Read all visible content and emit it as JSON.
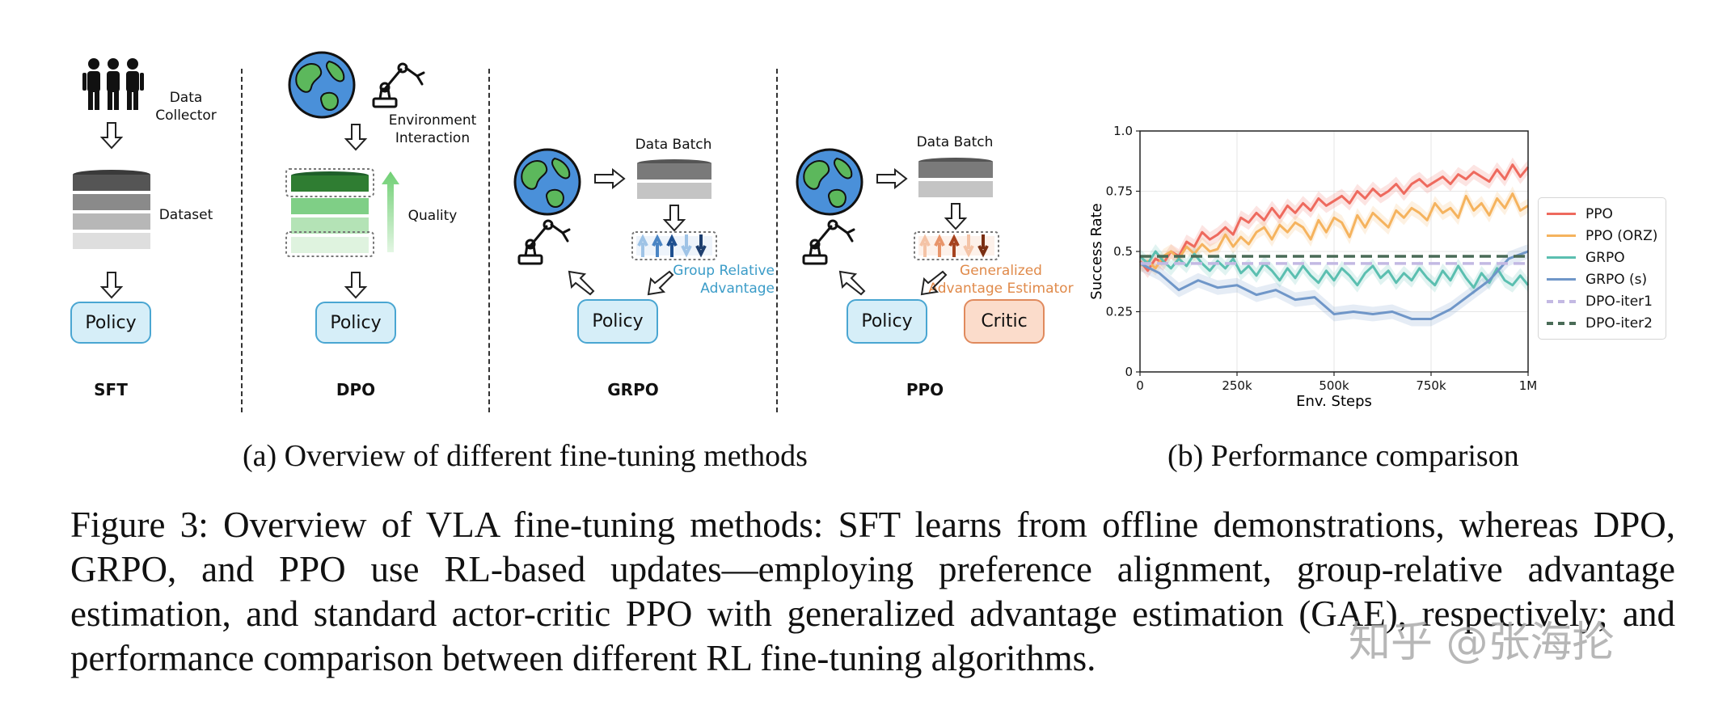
{
  "panel_a": {
    "sft": {
      "collector_label": "Data\nCollector",
      "dataset_label": "Dataset",
      "policy_label": "Policy",
      "method_label": "SFT"
    },
    "dpo": {
      "env_label": "Environment\nInteraction",
      "quality_label": "Quality",
      "policy_label": "Policy",
      "method_label": "DPO"
    },
    "grpo": {
      "batch_label": "Data Batch",
      "adv_label": "Group Relative\nAdvantage",
      "policy_label": "Policy",
      "method_label": "GRPO"
    },
    "ppo": {
      "batch_label": "Data Batch",
      "adv_label": "Generalized\nAdvantage Estimator",
      "policy_label": "Policy",
      "critic_label": "Critic",
      "method_label": "PPO"
    },
    "colors": {
      "policy_fill": "#d6eef8",
      "policy_border": "#4aa6d2",
      "critic_fill": "#fbdccb",
      "critic_border": "#e08a5d",
      "grpo_text": "#3b9cc8",
      "ppo_text": "#e08a4a"
    },
    "caption": "(a) Overview of different fine-tuning methods"
  },
  "panel_b": {
    "caption": "(b) Performance comparison"
  },
  "chart_data": {
    "type": "line",
    "xlabel": "Env. Steps",
    "ylabel": "Success Rate",
    "xlim": [
      0,
      1000000
    ],
    "ylim": [
      0,
      1.0
    ],
    "xticks": [
      0,
      250000,
      500000,
      750000,
      1000000
    ],
    "xtick_labels": [
      "0",
      "250k",
      "500k",
      "750k",
      "1M"
    ],
    "yticks": [
      0,
      0.25,
      0.5,
      0.75,
      1.0
    ],
    "ytick_labels": [
      "0",
      "0.25",
      "0.5",
      "0.75",
      "1.0"
    ],
    "grid": true,
    "legend_position": "right-outside",
    "series": [
      {
        "name": "PPO",
        "color": "#ee6a5e",
        "style": "solid",
        "x": [
          0,
          20000,
          40000,
          60000,
          80000,
          100000,
          120000,
          140000,
          160000,
          180000,
          200000,
          220000,
          240000,
          260000,
          280000,
          300000,
          320000,
          340000,
          360000,
          380000,
          400000,
          420000,
          440000,
          460000,
          480000,
          500000,
          520000,
          540000,
          560000,
          580000,
          600000,
          620000,
          640000,
          660000,
          680000,
          700000,
          720000,
          740000,
          760000,
          780000,
          800000,
          820000,
          840000,
          860000,
          880000,
          900000,
          920000,
          940000,
          960000,
          980000,
          1000000
        ],
        "y": [
          0.46,
          0.42,
          0.47,
          0.45,
          0.5,
          0.48,
          0.54,
          0.52,
          0.58,
          0.55,
          0.57,
          0.6,
          0.57,
          0.64,
          0.62,
          0.66,
          0.63,
          0.68,
          0.64,
          0.69,
          0.66,
          0.7,
          0.67,
          0.72,
          0.69,
          0.71,
          0.73,
          0.7,
          0.75,
          0.72,
          0.76,
          0.73,
          0.75,
          0.78,
          0.74,
          0.78,
          0.8,
          0.77,
          0.79,
          0.81,
          0.78,
          0.82,
          0.8,
          0.83,
          0.81,
          0.79,
          0.84,
          0.8,
          0.86,
          0.81,
          0.85
        ]
      },
      {
        "name": "PPO (ORZ)",
        "color": "#f5b35e",
        "style": "solid",
        "x": [
          0,
          20000,
          40000,
          60000,
          80000,
          100000,
          120000,
          140000,
          160000,
          180000,
          200000,
          220000,
          240000,
          260000,
          280000,
          300000,
          320000,
          340000,
          360000,
          380000,
          400000,
          420000,
          440000,
          460000,
          480000,
          500000,
          520000,
          540000,
          560000,
          580000,
          600000,
          620000,
          640000,
          660000,
          680000,
          700000,
          720000,
          740000,
          760000,
          780000,
          800000,
          820000,
          840000,
          860000,
          880000,
          900000,
          920000,
          940000,
          960000,
          980000,
          1000000
        ],
        "y": [
          0.44,
          0.46,
          0.43,
          0.48,
          0.5,
          0.47,
          0.52,
          0.49,
          0.53,
          0.5,
          0.51,
          0.57,
          0.52,
          0.56,
          0.53,
          0.58,
          0.6,
          0.55,
          0.61,
          0.58,
          0.62,
          0.6,
          0.55,
          0.63,
          0.58,
          0.64,
          0.62,
          0.56,
          0.65,
          0.6,
          0.66,
          0.63,
          0.6,
          0.67,
          0.64,
          0.68,
          0.66,
          0.63,
          0.7,
          0.66,
          0.68,
          0.64,
          0.73,
          0.67,
          0.7,
          0.65,
          0.72,
          0.68,
          0.74,
          0.67,
          0.69
        ]
      },
      {
        "name": "GRPO",
        "color": "#5bbfb0",
        "style": "solid",
        "x": [
          0,
          20000,
          40000,
          60000,
          80000,
          100000,
          120000,
          140000,
          160000,
          180000,
          200000,
          220000,
          240000,
          260000,
          280000,
          300000,
          320000,
          340000,
          360000,
          380000,
          400000,
          420000,
          440000,
          460000,
          480000,
          500000,
          520000,
          540000,
          560000,
          580000,
          600000,
          620000,
          640000,
          660000,
          680000,
          700000,
          720000,
          740000,
          760000,
          780000,
          800000,
          820000,
          840000,
          860000,
          880000,
          900000,
          920000,
          940000,
          960000,
          980000,
          1000000
        ],
        "y": [
          0.48,
          0.45,
          0.5,
          0.46,
          0.43,
          0.47,
          0.44,
          0.49,
          0.45,
          0.42,
          0.46,
          0.43,
          0.47,
          0.41,
          0.44,
          0.4,
          0.45,
          0.42,
          0.38,
          0.43,
          0.39,
          0.44,
          0.4,
          0.37,
          0.42,
          0.38,
          0.43,
          0.4,
          0.36,
          0.41,
          0.44,
          0.39,
          0.42,
          0.37,
          0.41,
          0.38,
          0.43,
          0.39,
          0.36,
          0.42,
          0.38,
          0.44,
          0.39,
          0.35,
          0.41,
          0.37,
          0.43,
          0.38,
          0.36,
          0.4,
          0.36
        ]
      },
      {
        "name": "GRPO (s)",
        "color": "#6f96c8",
        "style": "solid",
        "x": [
          0,
          50000,
          100000,
          150000,
          200000,
          250000,
          300000,
          350000,
          400000,
          450000,
          500000,
          550000,
          600000,
          650000,
          700000,
          750000,
          800000,
          850000,
          900000,
          950000,
          1000000
        ],
        "y": [
          0.45,
          0.41,
          0.34,
          0.38,
          0.35,
          0.36,
          0.32,
          0.34,
          0.3,
          0.31,
          0.24,
          0.25,
          0.24,
          0.25,
          0.22,
          0.22,
          0.26,
          0.32,
          0.38,
          0.47,
          0.5
        ]
      },
      {
        "name": "DPO-iter1",
        "color": "#c3b9e3",
        "style": "dashed",
        "x": [
          0,
          1000000
        ],
        "y": [
          0.45,
          0.45
        ]
      },
      {
        "name": "DPO-iter2",
        "color": "#4a6b57",
        "style": "dashed",
        "x": [
          0,
          1000000
        ],
        "y": [
          0.48,
          0.48
        ]
      }
    ]
  },
  "figure_caption": "Figure 3: Overview of VLA fine-tuning methods: SFT learns from offline demonstrations, whereas DPO, GRPO, and PPO use RL-based updates—employing preference alignment, group-relative advantage estimation, and standard actor-critic PPO with generalized advantage estimation (GAE), respectively; and performance comparison between different RL fine-tuning algorithms.",
  "watermark": "知乎 @张海抡"
}
